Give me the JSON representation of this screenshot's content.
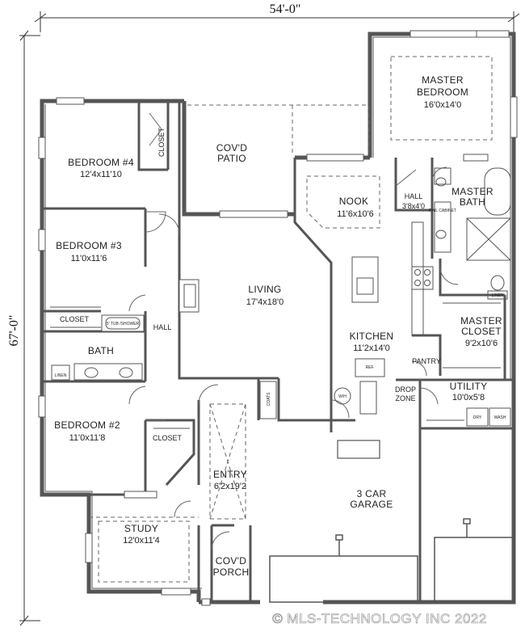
{
  "plan": {
    "overall_width": "54'-0\"",
    "overall_depth": "67'-0\"",
    "watermark": "© MLS-TECHNOLOGY INC 2022",
    "rooms": {
      "master_bedroom": {
        "name_line1": "MASTER",
        "name_line2": "BEDROOM",
        "dims": "16'0x14'0"
      },
      "bedroom4": {
        "name": "BEDROOM #4",
        "dims": "12'4x11'10"
      },
      "covd_patio": {
        "name_line1": "COV'D",
        "name_line2": "PATIO"
      },
      "nook": {
        "name": "NOOK",
        "dims": "11'6x10'6"
      },
      "hall_master": {
        "name": "HALL",
        "dims": "3'8x4'0"
      },
      "master_bath": {
        "name_line1": "MASTER",
        "name_line2": "BATH"
      },
      "bedroom3": {
        "name": "BEDROOM #3",
        "dims": "11'0x11'6"
      },
      "living": {
        "name": "LIVING",
        "dims": "17'4x18'0"
      },
      "master_closet": {
        "name_line1": "MASTER",
        "name_line2": "CLOSET",
        "dims": "9'2x10'6"
      },
      "kitchen": {
        "name": "KITCHEN",
        "dims": "11'2x14'0"
      },
      "hall": {
        "name": "HALL"
      },
      "bath": {
        "name": "BATH"
      },
      "pantry": {
        "name": "PANTRY"
      },
      "utility": {
        "name": "UTILITY",
        "dims": "10'0x5'8"
      },
      "drop_zone": {
        "name_line1": "DROP",
        "name_line2": "ZONE"
      },
      "bedroom2": {
        "name": "BEDROOM #2",
        "dims": "11'0x11'8"
      },
      "entry": {
        "name": "ENTRY",
        "dims": "6'2x19'2"
      },
      "garage": {
        "name_line1": "3 CAR",
        "name_line2": "GARAGE"
      },
      "study": {
        "name": "STUDY",
        "dims": "12'0x11'4"
      },
      "covd_porch": {
        "name_line1": "COV'D",
        "name_line2": "PORCH"
      }
    },
    "small_labels": {
      "closet_br4": "CLOSET",
      "closet_br3": "CLOSET",
      "closet_br2": "CLOSET",
      "coats": "COATS",
      "tub": "5' TUB /SHOWER",
      "linen_bath": "LINEN",
      "linen_master": "LINEN",
      "ref": "REF.",
      "wh": "W/H",
      "dry": "DRY",
      "wash": "WASH",
      "rail_cabinet": "RAIL CABINET"
    }
  }
}
